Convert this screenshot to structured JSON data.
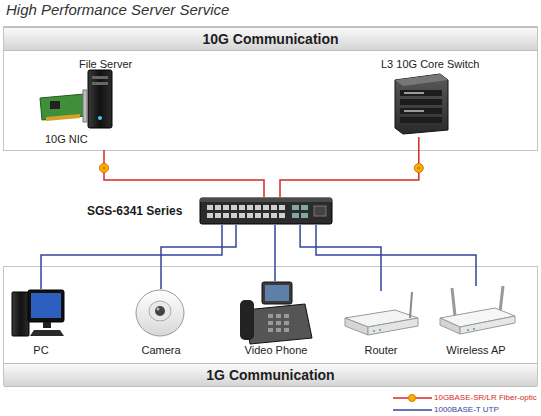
{
  "diagram": {
    "title": "High Performance Server Service",
    "nodes": [
      {
        "text": [
          "10G Communication"
        ]
      },
      {
        "text": [
          "File Server",
          "10G NIC"
        ],
        "in": 0
      },
      {
        "text": [
          "L3 10G Core Switch"
        ],
        "in": 0
      },
      {
        "text": [
          "SGS-6341 Series"
        ]
      },
      {
        "text": [
          "1G Communication"
        ]
      },
      {
        "text": [
          "PC"
        ],
        "in": 4
      },
      {
        "text": [
          "Camera"
        ],
        "in": 4
      },
      {
        "text": [
          "Video Phone"
        ],
        "in": 4
      },
      {
        "text": [
          "Router"
        ],
        "in": 4
      },
      {
        "text": [
          "Wireless AP"
        ],
        "in": 4
      }
    ],
    "edges": [
      {
        "from": 1,
        "to": 3,
        "arrow": "none"
      },
      {
        "from": 2,
        "to": 3,
        "arrow": "none"
      },
      {
        "from": 3,
        "to": 5,
        "arrow": "none"
      },
      {
        "from": 3,
        "to": 6,
        "arrow": "none"
      },
      {
        "from": 3,
        "to": 7,
        "arrow": "none"
      },
      {
        "from": 3,
        "to": 8,
        "arrow": "none"
      },
      {
        "from": 3,
        "to": 9,
        "arrow": "none"
      }
    ],
    "legend": [
      {
        "text": "10GBASE-SR/LR Fiber-optic"
      },
      {
        "text": "1000BASE-T UTP"
      }
    ]
  }
}
